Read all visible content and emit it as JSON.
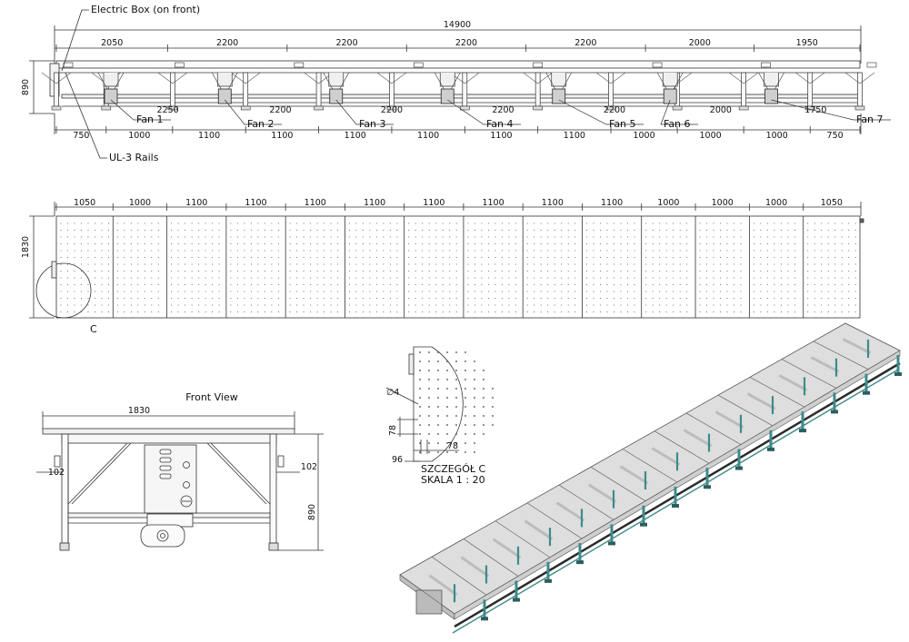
{
  "side_view": {
    "callouts": {
      "electric_box": "Electric Box (on front)",
      "rails": "UL-3 Rails",
      "fans": [
        "Fan 1",
        "Fan 2",
        "Fan 3",
        "Fan 4",
        "Fan 5",
        "Fan 6",
        "Fan 7"
      ]
    },
    "overall_length": "14900",
    "height": "890",
    "top_dims": [
      "2050",
      "2200",
      "2200",
      "2200",
      "2200",
      "2000",
      "1950"
    ],
    "fan_dims": [
      "2250",
      "2200",
      "2200",
      "2200",
      "2200",
      "2000",
      "1750"
    ],
    "bottom_dims": [
      "750",
      "1000",
      "1100",
      "1100",
      "1100",
      "1100",
      "1100",
      "1100",
      "1000",
      "1000",
      "1000",
      "750"
    ]
  },
  "top_view": {
    "panel_dims": [
      "1050",
      "1000",
      "1100",
      "1100",
      "1100",
      "1100",
      "1100",
      "1100",
      "1100",
      "1100",
      "1000",
      "1000",
      "1000",
      "1050"
    ],
    "width": "1830",
    "detail_marker": "C"
  },
  "front_view": {
    "title": "Front View",
    "width": "1830",
    "height": "890",
    "left_offset": "102",
    "right_offset": "102"
  },
  "detail_c": {
    "hole_dia": "∅4",
    "pitch_v": "78",
    "pitch_h": "78",
    "edge_offset": "96",
    "title_line1": "SZCZEGÓŁ C",
    "title_line2": "SKALA 1 : 20"
  },
  "colors": {
    "line": "#333333",
    "frame": "#3e8a8a",
    "glass": "#dcdcdc"
  }
}
